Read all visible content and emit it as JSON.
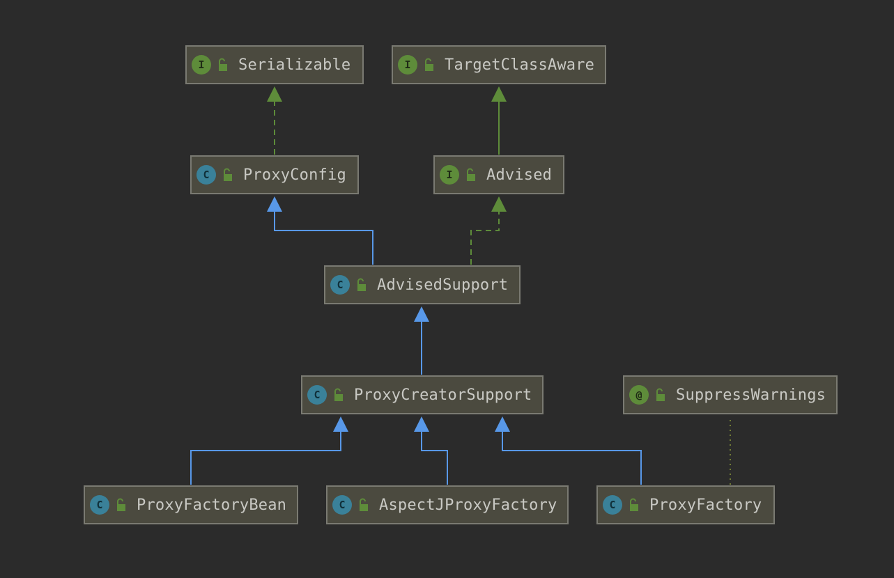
{
  "diagram": {
    "colors": {
      "background": "#2b2b2b",
      "node_fill": "#4b4a3f",
      "node_border": "#7a7a72",
      "extends_edge": "#5898e8",
      "implements_edge": "#5e8c3a",
      "annotation_edge": "#8a9a3a"
    },
    "nodes": {
      "serializable": {
        "kind": "interface",
        "badge": "I",
        "icon": "interface-icon",
        "name": "Serializable"
      },
      "target_class_aware": {
        "kind": "interface",
        "badge": "I",
        "icon": "interface-icon",
        "name": "TargetClassAware"
      },
      "proxy_config": {
        "kind": "class",
        "badge": "C",
        "icon": "class-icon",
        "name": "ProxyConfig"
      },
      "advised": {
        "kind": "interface",
        "badge": "I",
        "icon": "interface-icon",
        "name": "Advised"
      },
      "advised_support": {
        "kind": "class",
        "badge": "C",
        "icon": "class-icon",
        "name": "AdvisedSupport"
      },
      "proxy_creator_support": {
        "kind": "class",
        "badge": "C",
        "icon": "class-icon",
        "name": "ProxyCreatorSupport"
      },
      "suppress_warnings": {
        "kind": "annotation",
        "badge": "@",
        "icon": "annotation-icon",
        "name": "SuppressWarnings"
      },
      "proxy_factory_bean": {
        "kind": "class",
        "badge": "C",
        "icon": "class-icon",
        "name": "ProxyFactoryBean"
      },
      "aspectj_proxy_factory": {
        "kind": "class",
        "badge": "C",
        "icon": "class-icon",
        "name": "AspectJProxyFactory"
      },
      "proxy_factory": {
        "kind": "class",
        "badge": "C",
        "icon": "class-icon",
        "name": "ProxyFactory"
      }
    },
    "edges": [
      {
        "from": "proxy_config",
        "to": "serializable",
        "type": "implements"
      },
      {
        "from": "advised",
        "to": "target_class_aware",
        "type": "interface-extends"
      },
      {
        "from": "advised_support",
        "to": "proxy_config",
        "type": "extends"
      },
      {
        "from": "advised_support",
        "to": "advised",
        "type": "implements"
      },
      {
        "from": "proxy_creator_support",
        "to": "advised_support",
        "type": "extends"
      },
      {
        "from": "proxy_factory_bean",
        "to": "proxy_creator_support",
        "type": "extends"
      },
      {
        "from": "aspectj_proxy_factory",
        "to": "proxy_creator_support",
        "type": "extends"
      },
      {
        "from": "proxy_factory",
        "to": "proxy_creator_support",
        "type": "extends"
      },
      {
        "from": "proxy_factory",
        "to": "suppress_warnings",
        "type": "annotated-with"
      }
    ]
  }
}
